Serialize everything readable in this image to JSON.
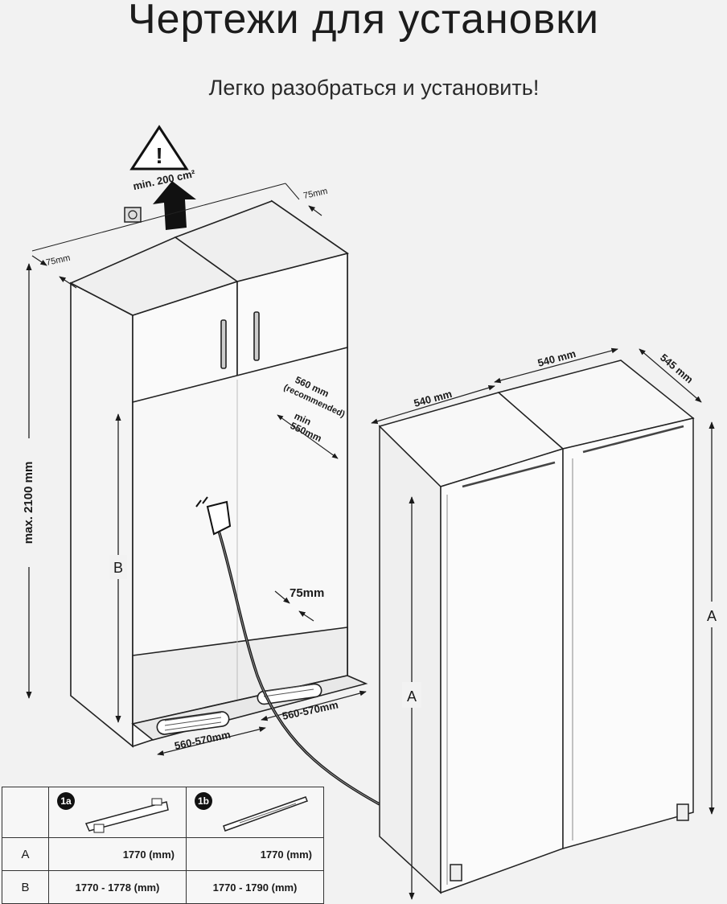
{
  "header": {
    "title": "Чертежи для установки",
    "subtitle": "Легко разобраться и установить!"
  },
  "diagram": {
    "ventilation_label": "min. 200 cm²",
    "top_gap_left": "75mm",
    "top_gap_right": "75mm",
    "max_height": "max. 2100 mm",
    "niche_depth_recommended": "560 mm",
    "niche_depth_recommended_note": "(recommended)",
    "niche_depth_min_prefix": "min",
    "niche_depth_min": "550mm",
    "rear_gap": "75mm",
    "dim_b": "B",
    "niche_width_left": "560-570mm",
    "niche_width_right": "560-570mm",
    "fridge_width_left": "540 mm",
    "fridge_width_right": "540 mm",
    "fridge_depth": "545 mm",
    "dim_a_left": "A",
    "dim_a_right": "A"
  },
  "table": {
    "col1_badge": "1a",
    "col2_badge": "1b",
    "rows": [
      {
        "key": "A",
        "v1": "1770 (mm)",
        "v2": "1770 (mm)"
      },
      {
        "key": "B",
        "v1": "1770 - 1778  (mm)",
        "v2": "1770 - 1790 (mm)"
      }
    ]
  }
}
